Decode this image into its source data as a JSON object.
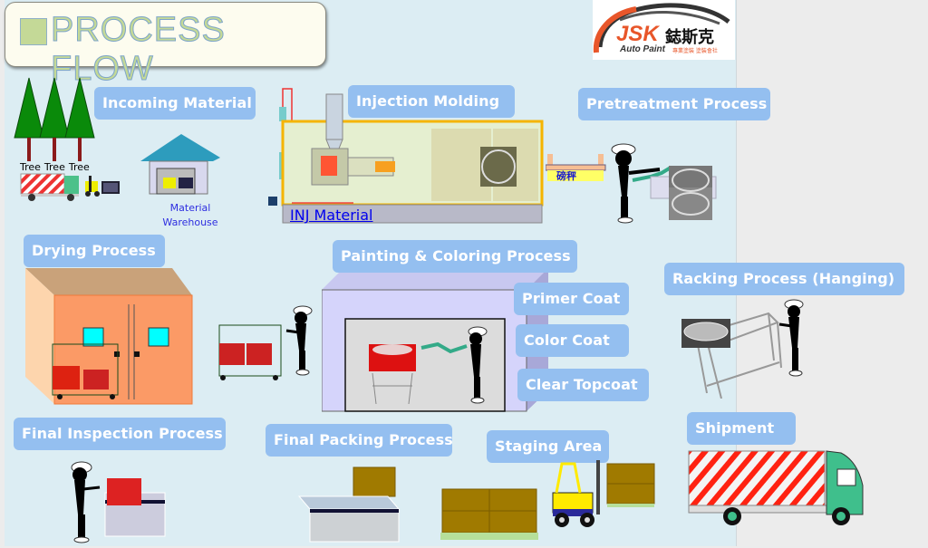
{
  "title": "PROCESS FLOW",
  "logo": {
    "brand": "JSK",
    "chinese": "鋕斯克",
    "subtitle": "Auto Paint",
    "subtitle_cn": "專業塗裝 塗裝會社"
  },
  "colors": {
    "canvas_bg": "#dcedf3",
    "label_bg": "#94bff0",
    "label_text": "#ffffff",
    "outer_bg": "#ececec",
    "title_fill": "#c4d997",
    "title_outline": "#7ea5c9",
    "brand_orange": "#e8562a"
  },
  "incoming": {
    "label": "Incoming Material",
    "trees": [
      "Tree",
      "Tree",
      "Tree"
    ],
    "warehouse_label_line1": "Material",
    "warehouse_label_line2": "Warehouse"
  },
  "injection": {
    "label": "Injection Molding",
    "material_link": "INJ Material"
  },
  "pretreatment": {
    "label": "Pretreatment Process",
    "scale_label": "磅秤"
  },
  "drying": {
    "label": "Drying Process"
  },
  "painting": {
    "label": "Painting & Coloring Process",
    "coats": [
      "Primer Coat",
      "Color Coat",
      "Clear Topcoat"
    ]
  },
  "racking": {
    "label": "Racking Process (Hanging)"
  },
  "final_inspection": {
    "label": "Final Inspection Process"
  },
  "final_packing": {
    "label": "Final Packing Process"
  },
  "staging": {
    "label": "Staging Area"
  },
  "shipment": {
    "label": "Shipment"
  }
}
